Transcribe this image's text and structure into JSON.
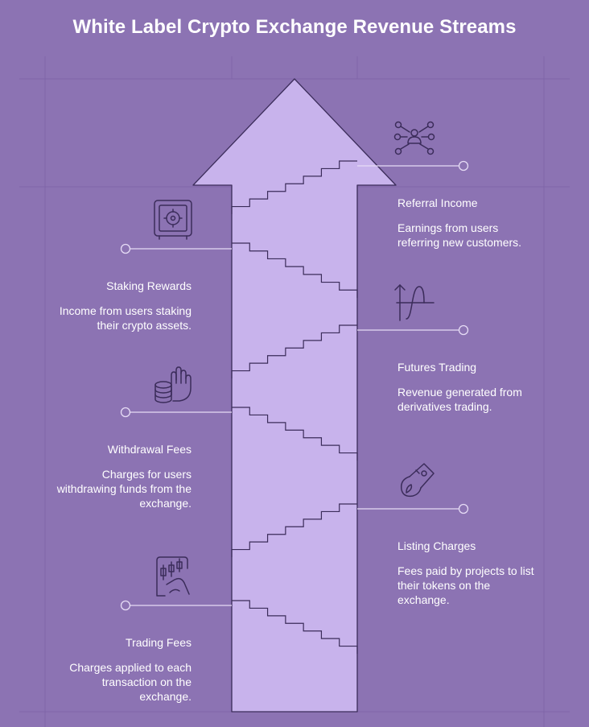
{
  "title": "White Label Crypto Exchange Revenue Streams",
  "colors": {
    "background": "#8c73b3",
    "arrow_fill": "#c8b3ec",
    "line": "#3b2c5a",
    "connector": "#e6dcf5"
  },
  "items": [
    {
      "side": "right",
      "icon": "network-people-icon",
      "title": "Referral Income",
      "description": "Earnings from users\nreferring new customers."
    },
    {
      "side": "left",
      "icon": "safe-vault-icon",
      "title": "Staking Rewards",
      "description": "Income from users staking\ntheir crypto assets."
    },
    {
      "side": "right",
      "icon": "curve-graph-icon",
      "title": "Futures Trading",
      "description": "Revenue generated from\nderivatives trading."
    },
    {
      "side": "left",
      "icon": "hand-coins-icon",
      "title": "Withdrawal Fees",
      "description": "Charges for users\nwithdrawing funds from the\nexchange."
    },
    {
      "side": "right",
      "icon": "rocket-ticket-icon",
      "title": "Listing Charges",
      "description": "Fees paid by projects to list\ntheir tokens on the\nexchange."
    },
    {
      "side": "left",
      "icon": "candlestick-phone-icon",
      "title": "Trading Fees",
      "description": "Charges applied to each\ntransaction on the\nexchange."
    }
  ]
}
